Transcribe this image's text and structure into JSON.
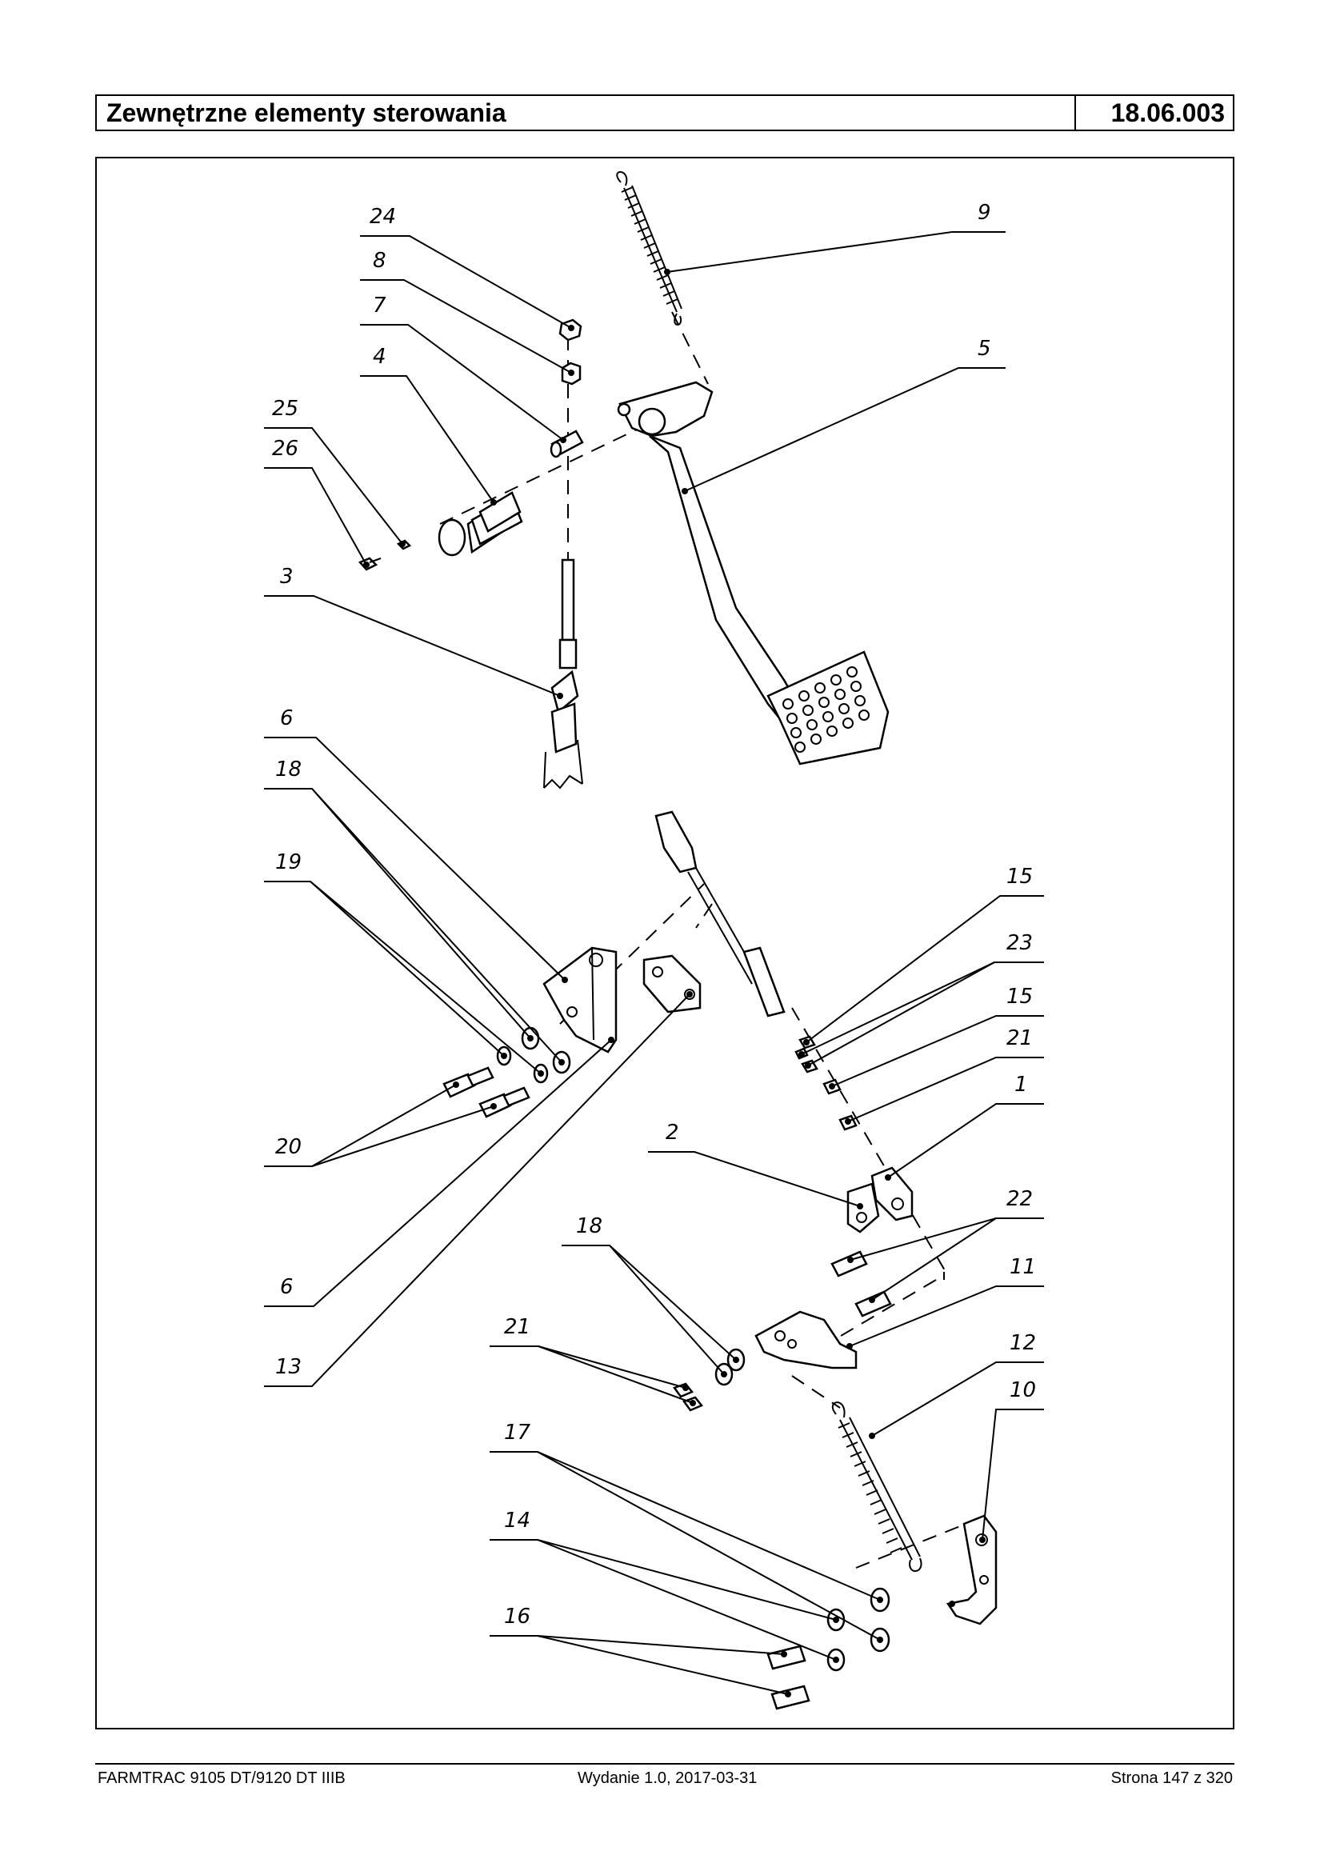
{
  "header": {
    "title": "Zewnętrzne elementy sterowania",
    "code": "18.06.003"
  },
  "callouts": [
    "24",
    "8",
    "7",
    "4",
    "25",
    "26",
    "3",
    "9",
    "5",
    "6",
    "18",
    "19",
    "20",
    "6",
    "13",
    "15",
    "23",
    "15",
    "21",
    "1",
    "2",
    "22",
    "11",
    "18",
    "21",
    "12",
    "10",
    "17",
    "14",
    "16"
  ],
  "footer": {
    "left": "FARMTRAC 9105 DT/9120 DT IIIB",
    "center": "Wydanie 1.0,  2017-03-31",
    "right": "Strona 147 z 320"
  }
}
